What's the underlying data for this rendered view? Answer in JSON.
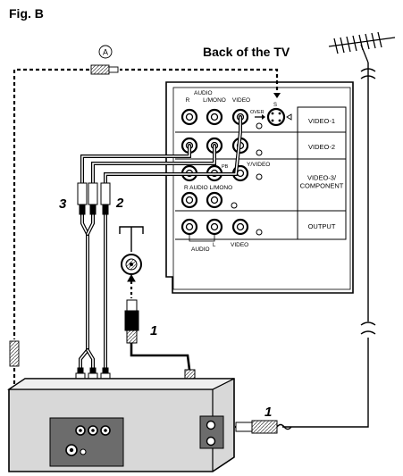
{
  "figure_label": "Fig. B",
  "tv_back_label": "Back of the TV",
  "callout_a": "A",
  "step_labels": {
    "one_a": "1",
    "one_b": "1",
    "two": "2",
    "three": "3"
  },
  "panel": {
    "header_audio": "AUDIO",
    "header_r": "R",
    "header_lmono": "L/MONO",
    "header_video": "VIDEO",
    "svideo_over": "OVER",
    "svideo_s": "S",
    "row3_left": "R AUDIO L/MONO",
    "row3_yvideo": "Y/VIDEO",
    "row3_pb": "PB",
    "output_audio": "AUDIO",
    "output_l": "L",
    "output_video": "VIDEO",
    "rows": [
      "VIDEO-1",
      "VIDEO-2",
      "VIDEO-3/\nCOMPONENT",
      "OUTPUT"
    ]
  },
  "colors": {
    "line": "#000000",
    "device_body": "#d8d8d8",
    "device_dark": "#6c6c6c"
  }
}
